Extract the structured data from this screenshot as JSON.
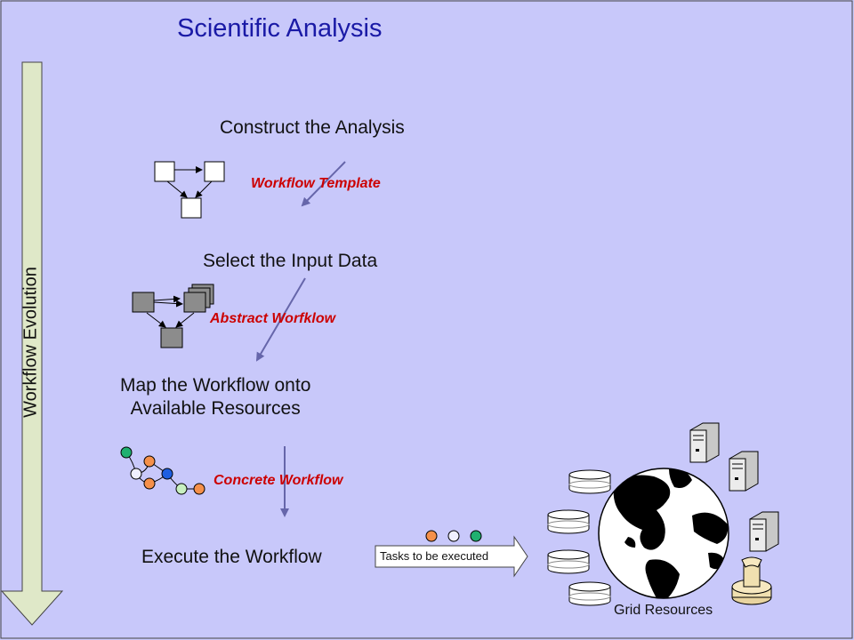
{
  "title": "Scientific Analysis",
  "axis_label": "Workflow Evolution",
  "steps": {
    "construct": "Construct the Analysis",
    "select": "Select the Input Data",
    "map_line1": "Map the Workflow onto",
    "map_line2": "Available Resources",
    "execute": "Execute the Workflow"
  },
  "stage_labels": {
    "template": "Workflow Template",
    "abstract": "Abstract Worfklow",
    "concrete": "Concrete Workflow"
  },
  "tasks_label": "Tasks to be executed",
  "resources_label": "Grid Resources",
  "colors": {
    "background": "#c8c8fa",
    "title": "#1a1aa6",
    "stage_label": "#cc0000",
    "flow_arrow": "#6666aa",
    "big_arrow_fill": "#dfe8c8",
    "orange_node": "#f5904a",
    "blue_node": "#1f5fe0",
    "green_node": "#20b070",
    "light_green_node": "#c8f0c0",
    "abstract_node": "#8c8c8c"
  }
}
